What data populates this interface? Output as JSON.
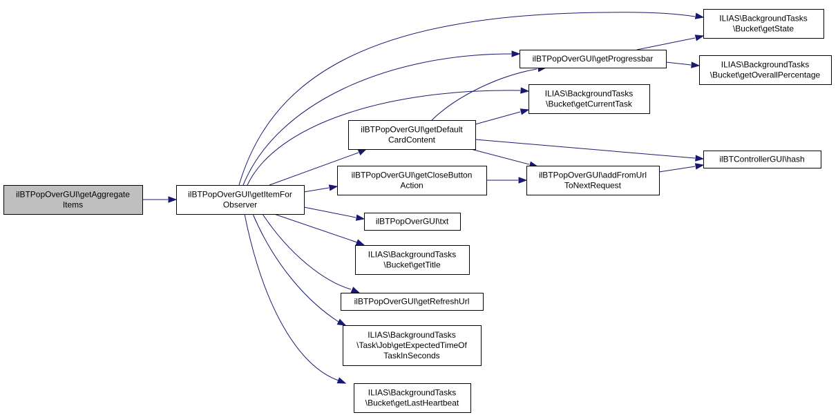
{
  "title": "Call graph for ilBTPopOverGUI::getAggregateItems",
  "colors": {
    "edge": "#191970",
    "root_fill": "#bfbfbf",
    "node_fill": "#ffffff",
    "border": "#000000"
  },
  "nodes": [
    {
      "id": "getAggregateItems",
      "lines": [
        "ilBTPopOverGUI\\getAggregate",
        "Items"
      ],
      "root": true
    },
    {
      "id": "getItemForObserver",
      "lines": [
        "ilBTPopOverGUI\\getItemFor",
        "Observer"
      ]
    },
    {
      "id": "getDefaultCardContent",
      "lines": [
        "ilBTPopOverGUI\\getDefault",
        "CardContent"
      ]
    },
    {
      "id": "getCloseButtonAction",
      "lines": [
        "ilBTPopOverGUI\\getCloseButton",
        "Action"
      ]
    },
    {
      "id": "txt",
      "lines": [
        "ilBTPopOverGUI\\txt"
      ]
    },
    {
      "id": "getTitle",
      "lines": [
        "ILIAS\\BackgroundTasks",
        "\\Bucket\\getTitle"
      ]
    },
    {
      "id": "getRefreshUrl",
      "lines": [
        "ilBTPopOverGUI\\getRefreshUrl"
      ]
    },
    {
      "id": "getExpectedTimeOfTaskInSeconds",
      "lines": [
        "ILIAS\\BackgroundTasks",
        "\\Task\\Job\\getExpectedTimeOf",
        "TaskInSeconds"
      ]
    },
    {
      "id": "getLastHeartbeat",
      "lines": [
        "ILIAS\\BackgroundTasks",
        "\\Bucket\\getLastHeartbeat"
      ]
    },
    {
      "id": "getProgressbar",
      "lines": [
        "ilBTPopOverGUI\\getProgressbar"
      ]
    },
    {
      "id": "getCurrentTask",
      "lines": [
        "ILIAS\\BackgroundTasks",
        "\\Bucket\\getCurrentTask"
      ]
    },
    {
      "id": "addFromUrlToNextRequest",
      "lines": [
        "ilBTPopOverGUI\\addFromUrl",
        "ToNextRequest"
      ]
    },
    {
      "id": "getState",
      "lines": [
        "ILIAS\\BackgroundTasks",
        "\\Bucket\\getState"
      ]
    },
    {
      "id": "getOverallPercentage",
      "lines": [
        "ILIAS\\BackgroundTasks",
        "\\Bucket\\getOverallPercentage"
      ]
    },
    {
      "id": "hash",
      "lines": [
        "ilBTControllerGUI\\hash"
      ]
    }
  ],
  "edges": [
    {
      "from": "getAggregateItems",
      "to": "getItemForObserver"
    },
    {
      "from": "getItemForObserver",
      "to": "getState"
    },
    {
      "from": "getItemForObserver",
      "to": "getProgressbar"
    },
    {
      "from": "getItemForObserver",
      "to": "getCurrentTask"
    },
    {
      "from": "getItemForObserver",
      "to": "getDefaultCardContent"
    },
    {
      "from": "getItemForObserver",
      "to": "getCloseButtonAction"
    },
    {
      "from": "getItemForObserver",
      "to": "txt"
    },
    {
      "from": "getItemForObserver",
      "to": "getTitle"
    },
    {
      "from": "getItemForObserver",
      "to": "getRefreshUrl"
    },
    {
      "from": "getItemForObserver",
      "to": "getExpectedTimeOfTaskInSeconds"
    },
    {
      "from": "getItemForObserver",
      "to": "getLastHeartbeat"
    },
    {
      "from": "getDefaultCardContent",
      "to": "getProgressbar"
    },
    {
      "from": "getDefaultCardContent",
      "to": "getCurrentTask"
    },
    {
      "from": "getDefaultCardContent",
      "to": "hash"
    },
    {
      "from": "getDefaultCardContent",
      "to": "addFromUrlToNextRequest"
    },
    {
      "from": "getCloseButtonAction",
      "to": "addFromUrlToNextRequest"
    },
    {
      "from": "getProgressbar",
      "to": "getState"
    },
    {
      "from": "getProgressbar",
      "to": "getOverallPercentage"
    },
    {
      "from": "addFromUrlToNextRequest",
      "to": "hash"
    }
  ]
}
